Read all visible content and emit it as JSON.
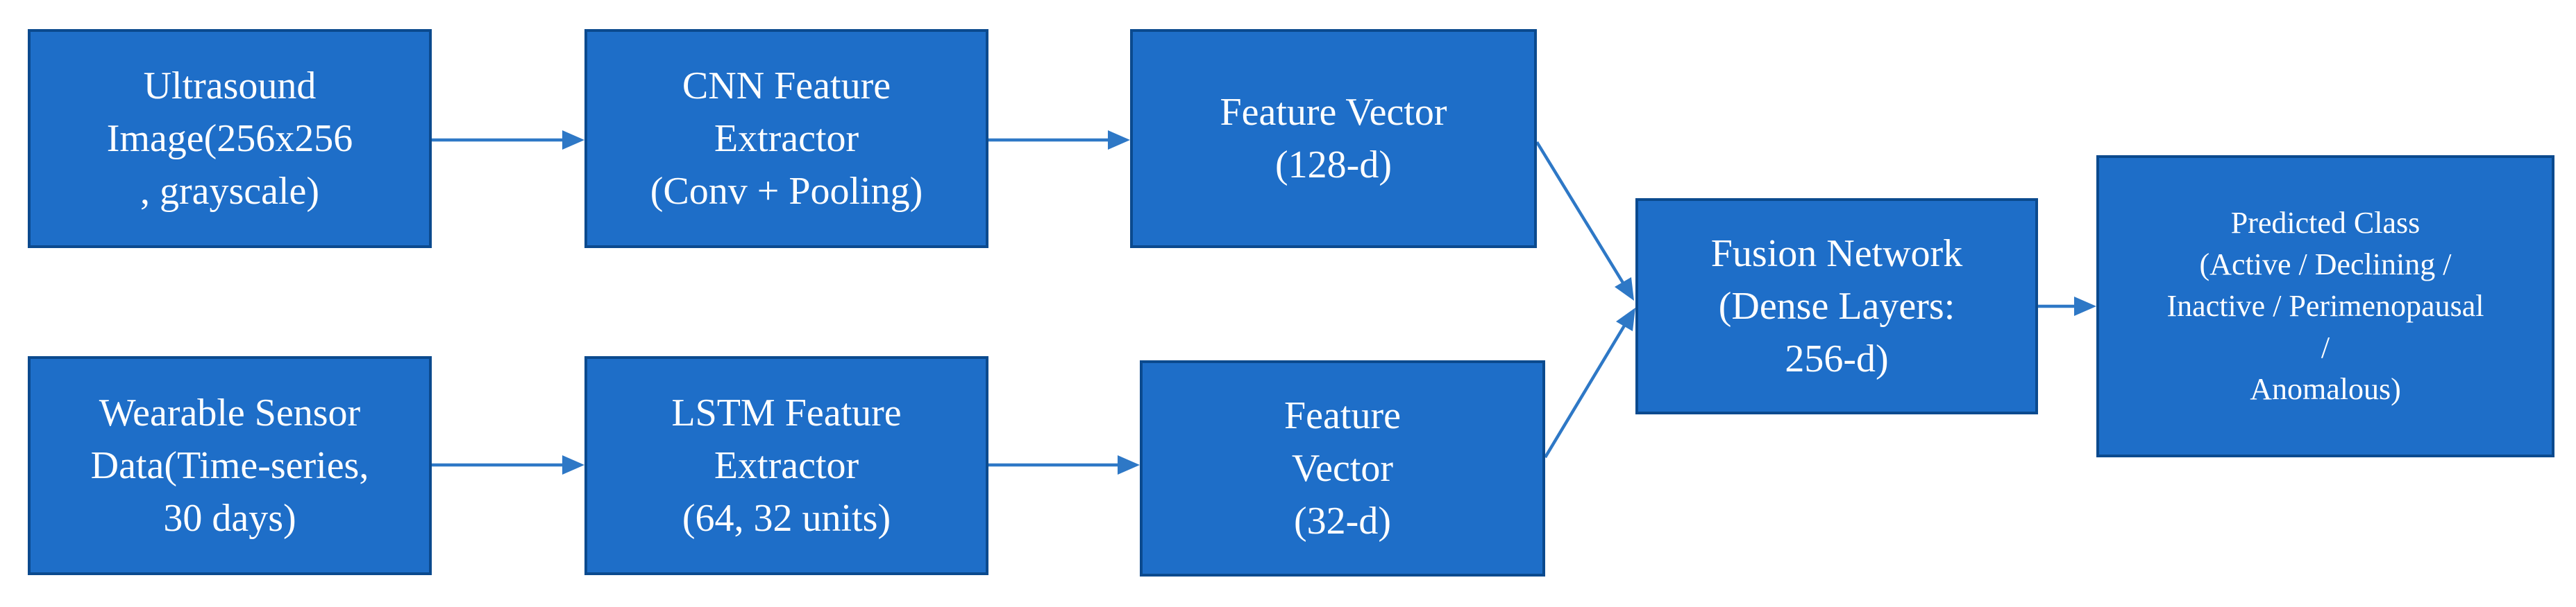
{
  "nodes": {
    "ultrasound": {
      "lines": [
        "Ultrasound",
        "Image(256x256",
        ", grayscale)"
      ]
    },
    "cnn": {
      "lines": [
        "CNN Feature",
        "Extractor",
        "(Conv + Pooling)"
      ]
    },
    "feature_vector_128": {
      "lines": [
        "Feature Vector",
        "(128-d)"
      ]
    },
    "wearable": {
      "lines": [
        "Wearable Sensor",
        "Data(Time-series,",
        "30 days)"
      ]
    },
    "lstm": {
      "lines": [
        "LSTM Feature",
        "Extractor",
        "(64, 32 units)"
      ]
    },
    "feature_vector_32": {
      "lines": [
        "Feature",
        "Vector",
        "(32-d)"
      ]
    },
    "fusion": {
      "lines": [
        "Fusion Network",
        "(Dense Layers:",
        "256-d)"
      ]
    },
    "predicted": {
      "lines": [
        "Predicted Class",
        "(Active / Declining /",
        "Inactive / Perimenopausal",
        "/",
        "Anomalous)"
      ]
    }
  },
  "colors": {
    "box_fill": "#1e6ec8",
    "box_border": "#0b4a8e",
    "box_text": "#ffffff",
    "arrow": "#2e78c6"
  }
}
